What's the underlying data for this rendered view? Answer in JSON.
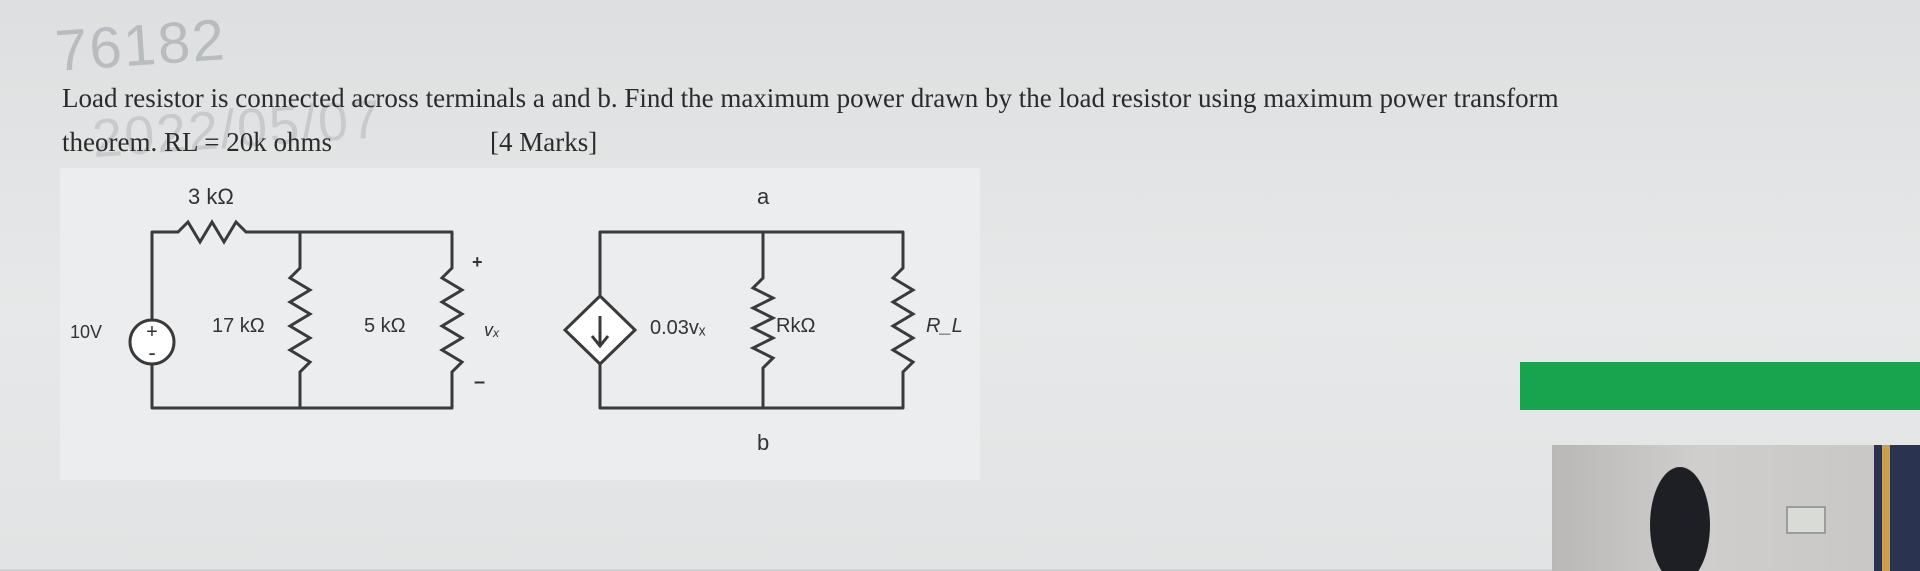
{
  "watermark": {
    "id_text": "76182",
    "date_text": "2022/05/07"
  },
  "question": {
    "line1": "Load resistor is connected across terminals a and b. Find the maximum power drawn by the load resistor using maximum power transform",
    "line2_left": "theorem. RL = 20k ohms",
    "marks": "[4 Marks]"
  },
  "circuit": {
    "source_label": "10V",
    "source_plus": "+",
    "source_minus": "-",
    "r_series_label": "3 kΩ",
    "r1_label": "17 kΩ",
    "r2_label": "5 kΩ",
    "vx_label": "vₓ",
    "vx_plus": "+",
    "vx_minus": "–",
    "dependent_label": "0.03vₓ",
    "r3_label": "RkΩ",
    "rl_label": "R_L",
    "terminal_a": "a",
    "terminal_b": "b"
  },
  "colors": {
    "green_bar": "#18a44f",
    "wire": "#3a3a3a"
  }
}
